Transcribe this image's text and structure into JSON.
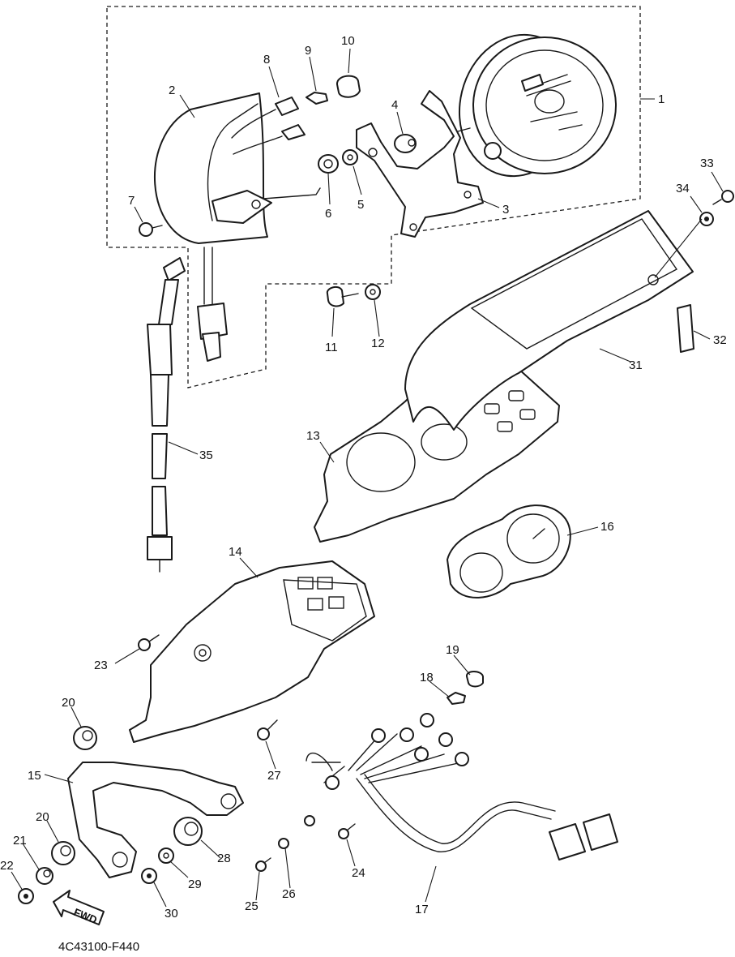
{
  "diagram_code": "4C43100-F440",
  "fwd_label": "FWD",
  "callouts": {
    "c1": "1",
    "c2": "2",
    "c3": "3",
    "c4": "4",
    "c5": "5",
    "c6": "6",
    "c7": "7",
    "c8": "8",
    "c9": "9",
    "c10": "10",
    "c11": "11",
    "c12": "12",
    "c13": "13",
    "c14": "14",
    "c15": "15",
    "c16": "16",
    "c17": "17",
    "c18": "18",
    "c19": "19",
    "c20a": "20",
    "c20b": "20",
    "c21": "21",
    "c22": "22",
    "c23": "23",
    "c24": "24",
    "c25": "25",
    "c26": "26",
    "c27": "27",
    "c28": "28",
    "c29": "29",
    "c30": "30",
    "c31": "31",
    "c32": "32",
    "c33": "33",
    "c34": "34",
    "c35": "35"
  }
}
